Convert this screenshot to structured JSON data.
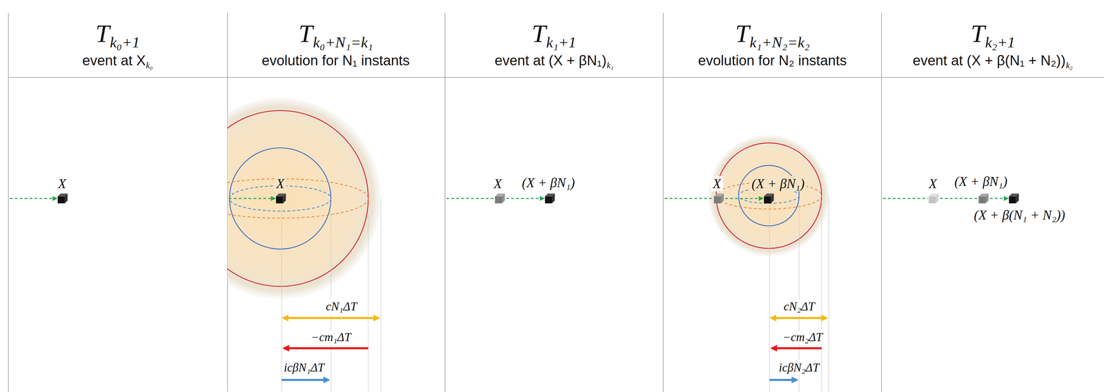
{
  "diagram": {
    "labels": [
      "T",
      "k₀+1",
      "event at X",
      "k₀",
      "T",
      "k₀+N₁=k₁",
      "evolution for N₁ instants",
      "T",
      "k₁+1",
      "event at (X + βN₁)",
      "k₁",
      "T",
      "k₁+N₂=k₂",
      "evolution for N₂ instants",
      "T",
      "k₂+1",
      "event at (X + β(N₁ + N₂))",
      "k₂",
      "X",
      "X",
      "cN₁ΔT",
      "−cm₁ΔT",
      "icβN₁ΔT",
      "X",
      "(X + βN₁)",
      "X",
      "(X + βN₁)",
      "cN₂ΔT",
      "−cm₂ΔT",
      "icβN₂ΔT",
      "X",
      "(X + βN₁)",
      "(X + β(N₁ + N₂))"
    ]
  }
}
